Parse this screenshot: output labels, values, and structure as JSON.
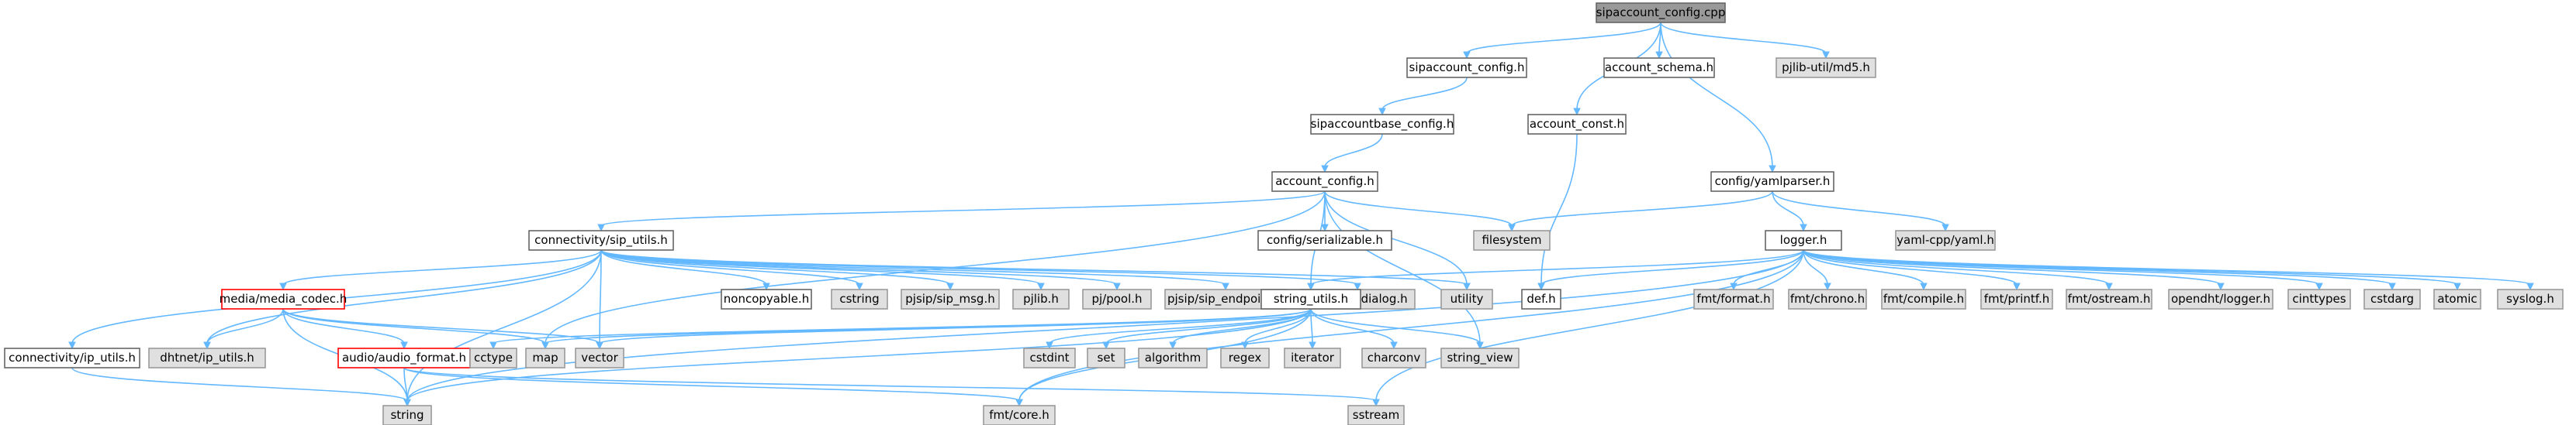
{
  "diagram": {
    "style": {
      "root_fill": "#999999",
      "white_fill": "#ffffff",
      "gray_fill": "#e0e0e0",
      "border": "#666666",
      "gray_border": "#999999",
      "red_border": "#ff0000",
      "edge_color": "#63b8ff"
    },
    "nodes": [
      {
        "id": "n0",
        "label": "sipaccount_config.cpp",
        "kind": "root"
      },
      {
        "id": "n1",
        "label": "sipaccount_config.h",
        "kind": "white"
      },
      {
        "id": "n2",
        "label": "account_schema.h",
        "kind": "white"
      },
      {
        "id": "n3",
        "label": "pjlib-util/md5.h",
        "kind": "gray"
      },
      {
        "id": "n4",
        "label": "account_const.h",
        "kind": "white"
      },
      {
        "id": "n5",
        "label": "config/yamlparser.h",
        "kind": "white"
      },
      {
        "id": "n6",
        "label": "sipaccountbase_config.h",
        "kind": "white"
      },
      {
        "id": "n7",
        "label": "account_config.h",
        "kind": "white"
      },
      {
        "id": "n8",
        "label": "connectivity/sip_utils.h",
        "kind": "white"
      },
      {
        "id": "n9",
        "label": "config/serializable.h",
        "kind": "white"
      },
      {
        "id": "n10",
        "label": "filesystem",
        "kind": "gray"
      },
      {
        "id": "n11",
        "label": "logger.h",
        "kind": "white"
      },
      {
        "id": "n12",
        "label": "yaml-cpp/yaml.h",
        "kind": "gray"
      },
      {
        "id": "n13",
        "label": "media/media_codec.h",
        "kind": "red"
      },
      {
        "id": "n14",
        "label": "noncopyable.h",
        "kind": "white"
      },
      {
        "id": "n15",
        "label": "cstring",
        "kind": "gray"
      },
      {
        "id": "n16",
        "label": "pjsip/sip_msg.h",
        "kind": "gray"
      },
      {
        "id": "n17",
        "label": "pjlib.h",
        "kind": "gray"
      },
      {
        "id": "n18",
        "label": "pj/pool.h",
        "kind": "gray"
      },
      {
        "id": "n19",
        "label": "pjsip/sip_endpoint.h",
        "kind": "gray"
      },
      {
        "id": "n20",
        "label": "pjsip/sip_dialog.h",
        "kind": "gray"
      },
      {
        "id": "n21",
        "label": "utility",
        "kind": "gray"
      },
      {
        "id": "n22",
        "label": "string_utils.h",
        "kind": "white"
      },
      {
        "id": "n23",
        "label": "def.h",
        "kind": "white"
      },
      {
        "id": "n24",
        "label": "fmt/format.h",
        "kind": "gray"
      },
      {
        "id": "n25",
        "label": "fmt/chrono.h",
        "kind": "gray"
      },
      {
        "id": "n26",
        "label": "fmt/compile.h",
        "kind": "gray"
      },
      {
        "id": "n27",
        "label": "fmt/printf.h",
        "kind": "gray"
      },
      {
        "id": "n28",
        "label": "fmt/ostream.h",
        "kind": "gray"
      },
      {
        "id": "n29",
        "label": "opendht/logger.h",
        "kind": "gray"
      },
      {
        "id": "n30",
        "label": "cinttypes",
        "kind": "gray"
      },
      {
        "id": "n31",
        "label": "cstdarg",
        "kind": "gray"
      },
      {
        "id": "n32",
        "label": "atomic",
        "kind": "gray"
      },
      {
        "id": "n33",
        "label": "syslog.h",
        "kind": "gray"
      },
      {
        "id": "n34",
        "label": "connectivity/ip_utils.h",
        "kind": "white"
      },
      {
        "id": "n35",
        "label": "dhtnet/ip_utils.h",
        "kind": "gray"
      },
      {
        "id": "n36",
        "label": "audio/audio_format.h",
        "kind": "red"
      },
      {
        "id": "n37",
        "label": "cctype",
        "kind": "gray"
      },
      {
        "id": "n38",
        "label": "map",
        "kind": "gray"
      },
      {
        "id": "n39",
        "label": "vector",
        "kind": "gray"
      },
      {
        "id": "n40",
        "label": "cstdint",
        "kind": "gray"
      },
      {
        "id": "n41",
        "label": "set",
        "kind": "gray"
      },
      {
        "id": "n42",
        "label": "algorithm",
        "kind": "gray"
      },
      {
        "id": "n43",
        "label": "regex",
        "kind": "gray"
      },
      {
        "id": "n44",
        "label": "iterator",
        "kind": "gray"
      },
      {
        "id": "n45",
        "label": "charconv",
        "kind": "gray"
      },
      {
        "id": "n46",
        "label": "string_view",
        "kind": "gray"
      },
      {
        "id": "n47",
        "label": "string",
        "kind": "gray"
      },
      {
        "id": "n48",
        "label": "fmt/core.h",
        "kind": "gray"
      },
      {
        "id": "n49",
        "label": "sstream",
        "kind": "gray"
      }
    ],
    "edges": [
      [
        "n0",
        "n1"
      ],
      [
        "n0",
        "n2"
      ],
      [
        "n0",
        "n3"
      ],
      [
        "n0",
        "n4"
      ],
      [
        "n0",
        "n5"
      ],
      [
        "n1",
        "n6"
      ],
      [
        "n6",
        "n7"
      ],
      [
        "n7",
        "n8"
      ],
      [
        "n7",
        "n9"
      ],
      [
        "n7",
        "n10"
      ],
      [
        "n7",
        "n21"
      ],
      [
        "n7",
        "n22"
      ],
      [
        "n7",
        "n46"
      ],
      [
        "n7",
        "n38"
      ],
      [
        "n4",
        "n23"
      ],
      [
        "n5",
        "n10"
      ],
      [
        "n5",
        "n11"
      ],
      [
        "n5",
        "n12"
      ],
      [
        "n8",
        "n34"
      ],
      [
        "n8",
        "n13"
      ],
      [
        "n8",
        "n14"
      ],
      [
        "n8",
        "n15"
      ],
      [
        "n8",
        "n16"
      ],
      [
        "n8",
        "n17"
      ],
      [
        "n8",
        "n18"
      ],
      [
        "n8",
        "n19"
      ],
      [
        "n8",
        "n20"
      ],
      [
        "n8",
        "n21"
      ],
      [
        "n8",
        "n35"
      ],
      [
        "n8",
        "n47"
      ],
      [
        "n8",
        "n39"
      ],
      [
        "n11",
        "n22"
      ],
      [
        "n11",
        "n23"
      ],
      [
        "n11",
        "n24"
      ],
      [
        "n11",
        "n25"
      ],
      [
        "n11",
        "n26"
      ],
      [
        "n11",
        "n27"
      ],
      [
        "n11",
        "n28"
      ],
      [
        "n11",
        "n29"
      ],
      [
        "n11",
        "n30"
      ],
      [
        "n11",
        "n31"
      ],
      [
        "n11",
        "n32"
      ],
      [
        "n11",
        "n33"
      ],
      [
        "n11",
        "n47"
      ],
      [
        "n11",
        "n48"
      ],
      [
        "n11",
        "n49"
      ],
      [
        "n13",
        "n35"
      ],
      [
        "n13",
        "n36"
      ],
      [
        "n13",
        "n47"
      ],
      [
        "n13",
        "n38"
      ],
      [
        "n13",
        "n39"
      ],
      [
        "n36",
        "n47"
      ],
      [
        "n36",
        "n48"
      ],
      [
        "n36",
        "n49"
      ],
      [
        "n22",
        "n37"
      ],
      [
        "n22",
        "n38"
      ],
      [
        "n22",
        "n39"
      ],
      [
        "n22",
        "n40"
      ],
      [
        "n22",
        "n41"
      ],
      [
        "n22",
        "n42"
      ],
      [
        "n22",
        "n43"
      ],
      [
        "n22",
        "n44"
      ],
      [
        "n22",
        "n45"
      ],
      [
        "n22",
        "n46"
      ],
      [
        "n22",
        "n47"
      ],
      [
        "n22",
        "n48"
      ],
      [
        "n34",
        "n47"
      ]
    ]
  }
}
